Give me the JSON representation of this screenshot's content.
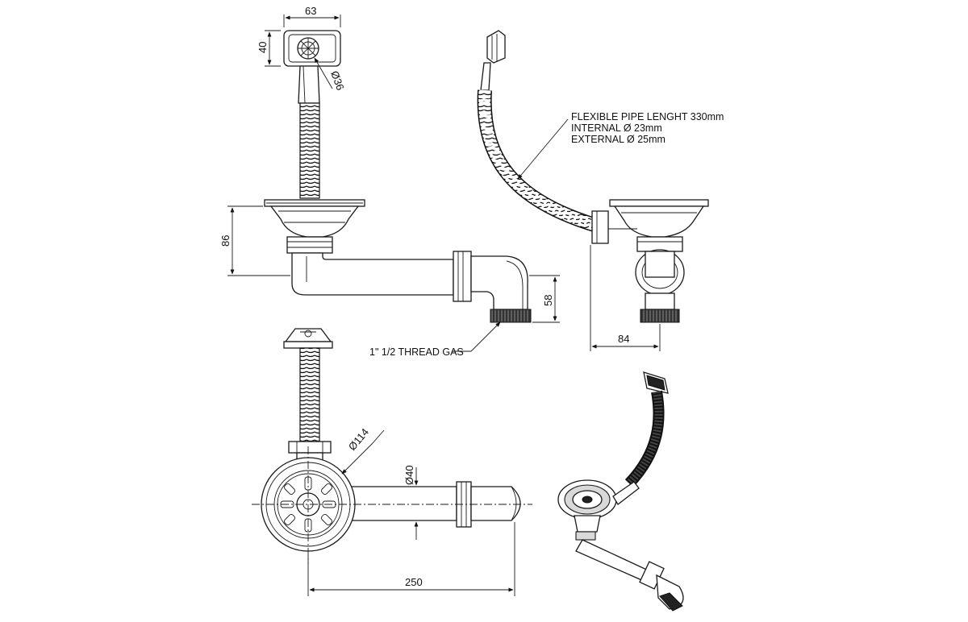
{
  "dimensions": {
    "overflow_head_width": "63",
    "overflow_head_height": "40",
    "overflow_head_dia": "Ø36",
    "basket_depth": "86",
    "outlet_height": "58",
    "side_depth": "84",
    "strainer_dia": "Ø114",
    "pipe_dia": "Ø40",
    "overall_length": "250"
  },
  "annotations": {
    "flex_line1": "FLEXIBLE PIPE LENGHT 330mm",
    "flex_line2": "INTERNAL Ø 23mm",
    "flex_line3": "EXTERNAL Ø 25mm",
    "thread": "1\" 1/2 THREAD GAS"
  }
}
